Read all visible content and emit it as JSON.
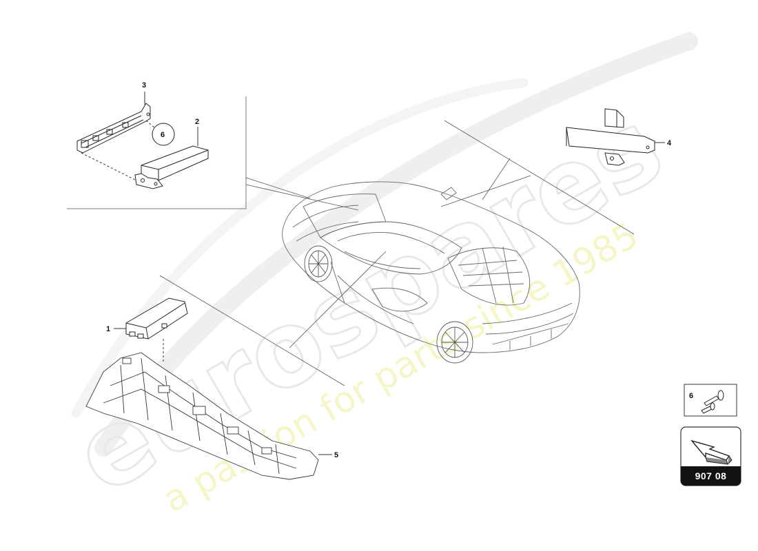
{
  "diagram": {
    "callouts": [
      {
        "id": "1",
        "label": "1"
      },
      {
        "id": "2",
        "label": "2"
      },
      {
        "id": "3",
        "label": "3"
      },
      {
        "id": "4",
        "label": "4"
      },
      {
        "id": "5",
        "label": "5"
      },
      {
        "id": "6",
        "label": "6"
      }
    ],
    "legend_part": "6",
    "page_code": "907 08"
  },
  "watermark": {
    "brand": "eurospares",
    "tagline": "a passion for parts since 1985"
  }
}
